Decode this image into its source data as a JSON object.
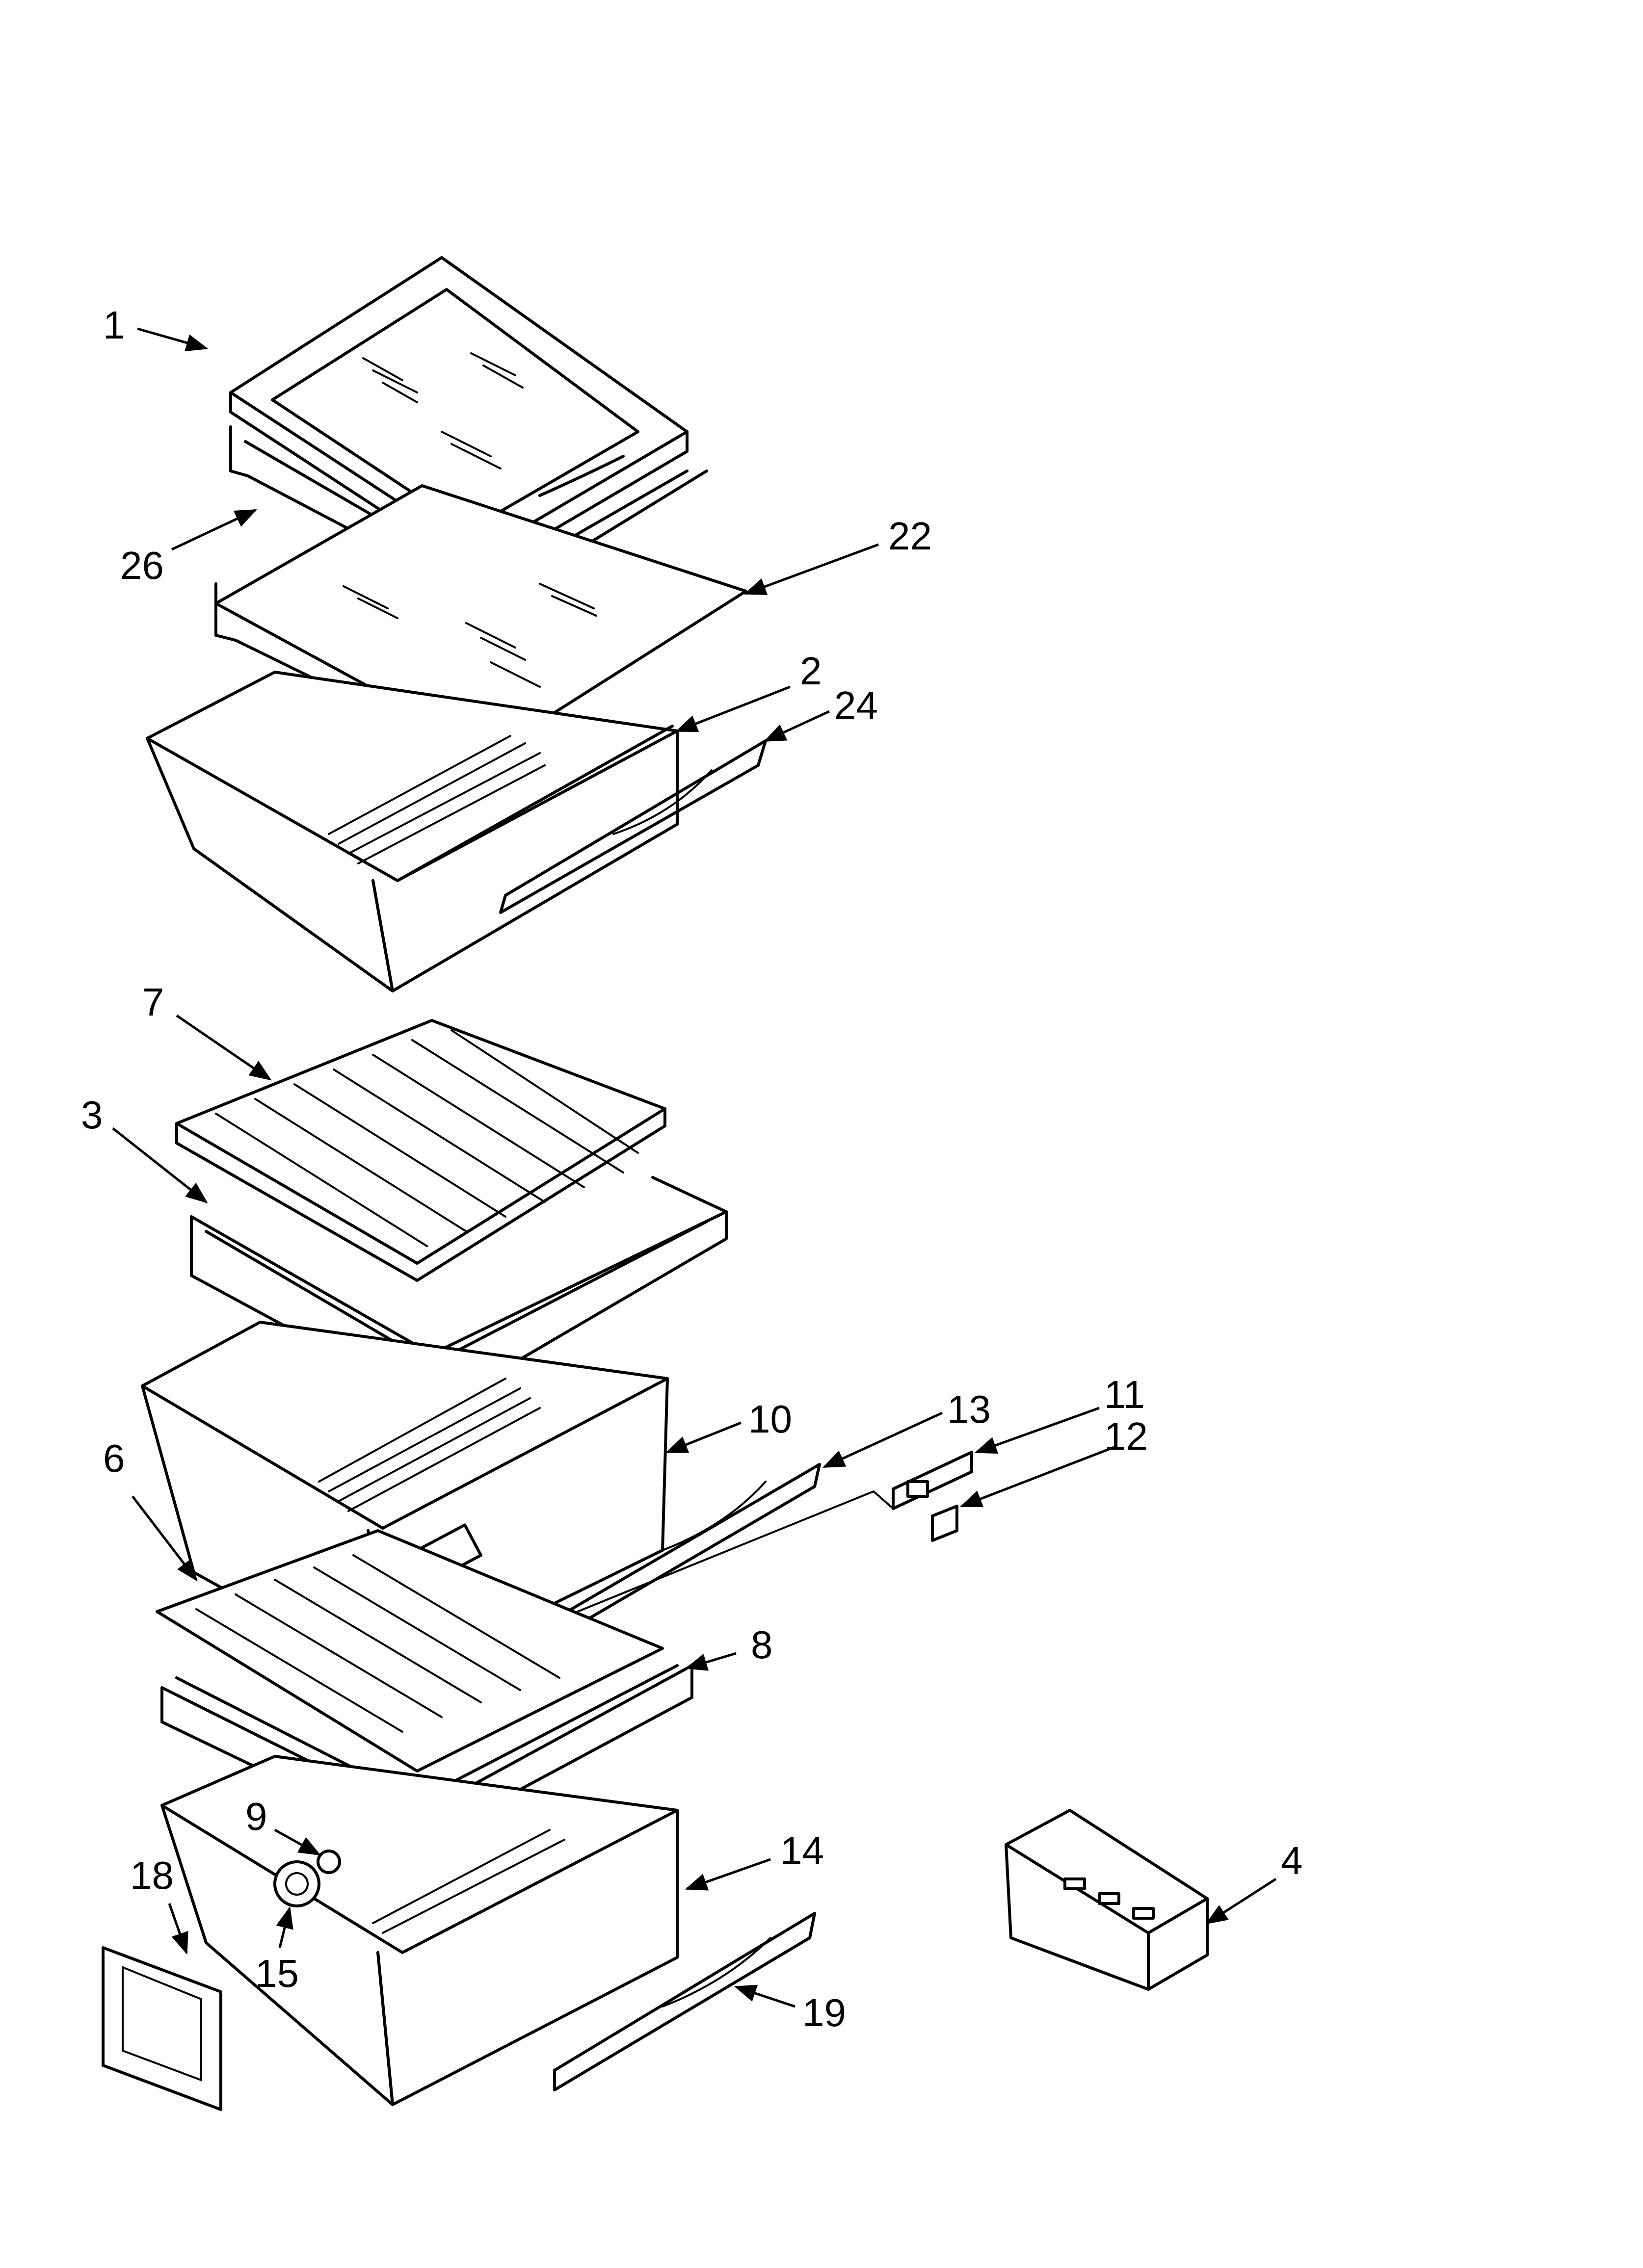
{
  "diagram": {
    "callouts": [
      {
        "id": "c1",
        "text": "1"
      },
      {
        "id": "c26",
        "text": "26"
      },
      {
        "id": "c22",
        "text": "22"
      },
      {
        "id": "c2",
        "text": "2"
      },
      {
        "id": "c24",
        "text": "24"
      },
      {
        "id": "c7",
        "text": "7"
      },
      {
        "id": "c3",
        "text": "3"
      },
      {
        "id": "c10",
        "text": "10"
      },
      {
        "id": "c13",
        "text": "13"
      },
      {
        "id": "c11",
        "text": "11"
      },
      {
        "id": "c12",
        "text": "12"
      },
      {
        "id": "c6",
        "text": "6"
      },
      {
        "id": "c8",
        "text": "8"
      },
      {
        "id": "c9",
        "text": "9"
      },
      {
        "id": "c14",
        "text": "14"
      },
      {
        "id": "c4",
        "text": "4"
      },
      {
        "id": "c18",
        "text": "18"
      },
      {
        "id": "c15",
        "text": "15"
      },
      {
        "id": "c19",
        "text": "19"
      }
    ]
  }
}
